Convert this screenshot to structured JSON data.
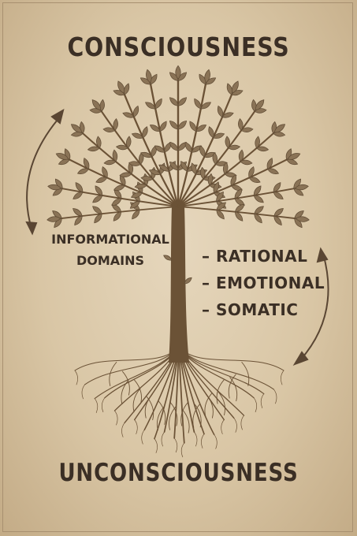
{
  "diagram": {
    "top_label": "CONSCIOUSNESS",
    "bottom_label": "UNCONSCIOUSNESS",
    "domains_label": [
      "INFORMATIONAL",
      "DOMAINS"
    ],
    "domains": [
      "– RATIONAL",
      "– EMOTIONAL",
      "– SOMATIC"
    ],
    "colors": {
      "ink": "#3b2f25",
      "tree": "#6b5236",
      "leaf": "#8a7356",
      "background": "#ddcbad"
    },
    "icons": [
      "tree-illustration",
      "double-headed-arrow-left",
      "double-headed-arrow-right"
    ]
  }
}
